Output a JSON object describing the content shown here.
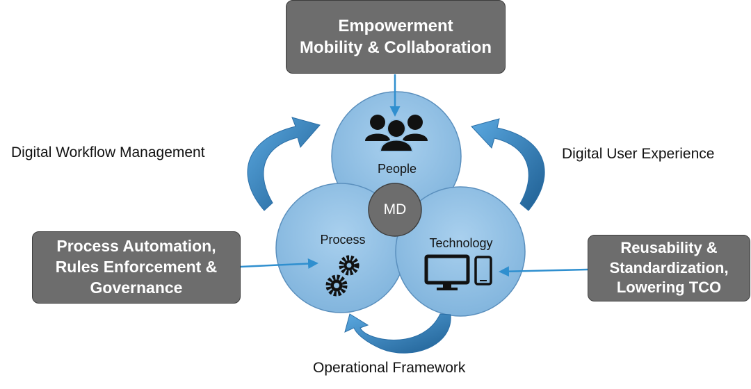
{
  "boxes": {
    "top": {
      "line1": "Empowerment",
      "line2": "Mobility & Collaboration"
    },
    "left": {
      "line1": "Process Automation,",
      "line2": "Rules Enforcement &",
      "line3": "Governance"
    },
    "right": {
      "line1": "Reusability &",
      "line2": "Standardization,",
      "line3": "Lowering TCO"
    }
  },
  "cycle_labels": {
    "top_left": "Digital Workflow Management",
    "top_right": "Digital User Experience",
    "bottom": "Operational Framework"
  },
  "circles": {
    "people": "People",
    "process": "Process",
    "technology": "Technology",
    "center": "MD"
  },
  "icons": {
    "people": "people-group-icon",
    "process": "gears-icon",
    "technology": "monitor-phone-icon"
  },
  "colors": {
    "circle_fill": "#8fbee3",
    "circle_stroke": "#5a8fbd",
    "center_fill": "#6d6d6d",
    "box_fill": "#6d6d6d",
    "arrow": "#2f8fcf",
    "curved_arrow": "#3a87c4"
  }
}
